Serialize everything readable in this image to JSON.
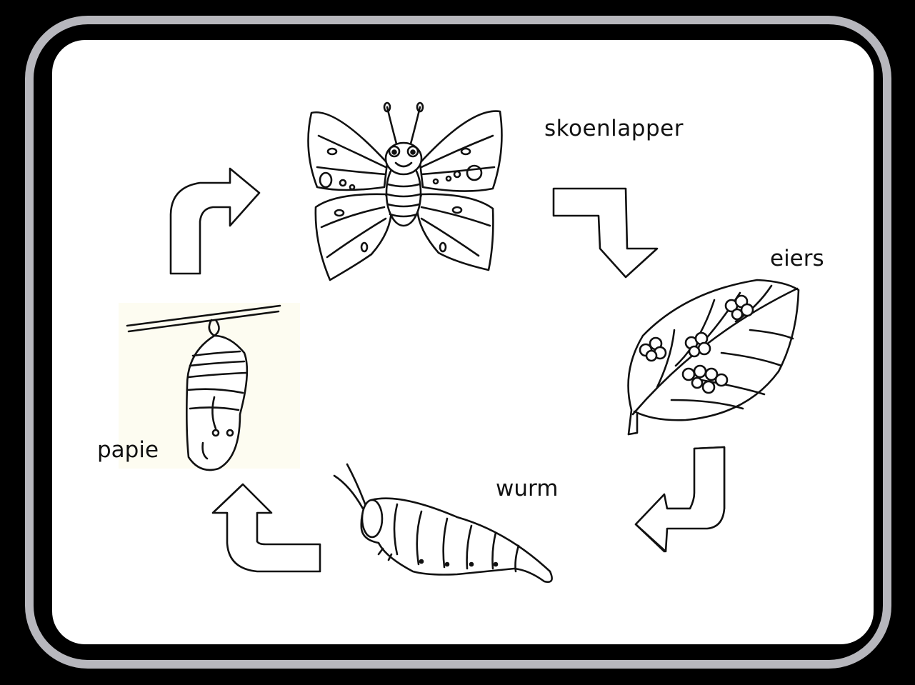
{
  "colors": {
    "background": "#000000",
    "frame": "#b7b7bd",
    "panel": "#ffffff",
    "line": "#111111",
    "pupa_backdrop": "#fdfcf1"
  },
  "stages": {
    "butterfly": {
      "label": "skoenlapper",
      "icon": "butterfly-icon"
    },
    "eggs": {
      "label": "eiers",
      "icon": "leaf-with-eggs-icon"
    },
    "larva": {
      "label": "wurm",
      "icon": "caterpillar-icon"
    },
    "pupa": {
      "label": "papie",
      "icon": "chrysalis-icon"
    }
  },
  "cycle_order": [
    "butterfly",
    "eggs",
    "larva",
    "pupa"
  ],
  "arrows": [
    "butterfly-to-eggs",
    "eggs-to-larva",
    "larva-to-pupa",
    "pupa-to-butterfly"
  ]
}
